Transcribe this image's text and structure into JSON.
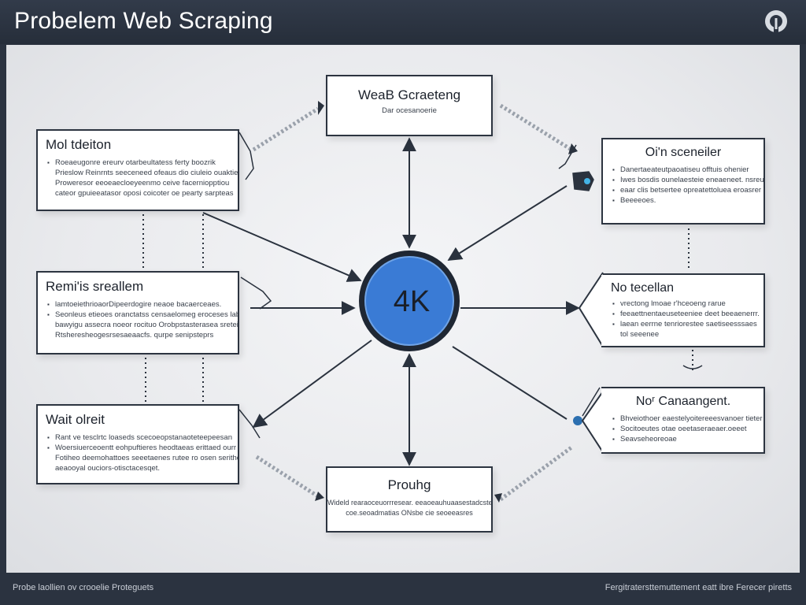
{
  "header": {
    "title": "Probelem Web Scraping"
  },
  "footer": {
    "left": "Probe laollien ov crooelie Proteguets",
    "right": "Fergitratersttemuttement eatt ibre Ferecer piretts"
  },
  "center": {
    "label": "4K",
    "color": "#3a7bd5"
  },
  "nodes": {
    "web_scraping": {
      "title": "WeaB Gcraeteng",
      "items": [
        "Dar ocesanoerie"
      ]
    },
    "problem_top_left": {
      "title": "Mol tdeiton",
      "items": [
        "Roeaeugonre ereurv otarbeultatess ferty boozrik",
        "Prieslow Reinrnts seeceneed ofeaus dio ciuleio ouaktier.",
        "Proweresor eeoeaecloeyeenmo ceive facerniopptiou",
        "cateor gpuieeatasor oposi coicoter oe pearty sarpteas"
      ]
    },
    "results_problem": {
      "title": "Remi'is sreallem",
      "items": [
        "lamtoeiethrioaorDipeerdogire neaoe bacaerceaes.",
        "Seonleus etieoes oranctatss censaelomeg eroceses lab",
        "bawyigu assecra noeor rocituo Orobpstasterasea sreteisi",
        "Rtsheresheogesrsesaeaacfs. qurpe senipsteprs"
      ]
    },
    "wait_object": {
      "title": "Wait olreit",
      "items": [
        "Rant ve tesclrtc loaseds scecoeopstanaoteteepeesan",
        "Woersiuerceoentt eohpuftieres heodtaeas erittaed ourr ou",
        "Fotiheo deemohattoes seeetaenes rutee ro osen serithe",
        "aeaooyal ouciors-otisctacesqet."
      ]
    },
    "prouing": {
      "title": "Prouhg",
      "items": [
        "Wideld rearaoceuorrresear. eeaoeauhuaasestadcsteset sisi",
        "coe.seoadmatias ONsbe cie seoeeasres"
      ]
    },
    "oth_scenarios": {
      "title": "Oi'n sceneiler",
      "items": [
        "Danertaeateutpaoatiseu offtuis ohenier",
        "Iwes bosdis ounelaesteie eneaeneet. nsreuner",
        "eaar clis betsertee opreatettoluea eroasrer",
        "Beeeeoes."
      ]
    },
    "no_treation": {
      "title": "No tecellan",
      "items": [
        "vrectong lmoae r'hceoeng rarue",
        "feeaettnentaeuseteeniee deet beeaenerrr.",
        "laean eerrne tenriorestee saetiseesssaes",
        "tol seeenee"
      ]
    },
    "no_canvangent": {
      "title": "Noʳ Canaangent.",
      "items": [
        "Bhveiothoer eaestelyoitereeesvanoer tieter",
        "Socitoeutes otae oeetaseraeaer.oeeet",
        "Seavseheoreoae"
      ]
    }
  }
}
